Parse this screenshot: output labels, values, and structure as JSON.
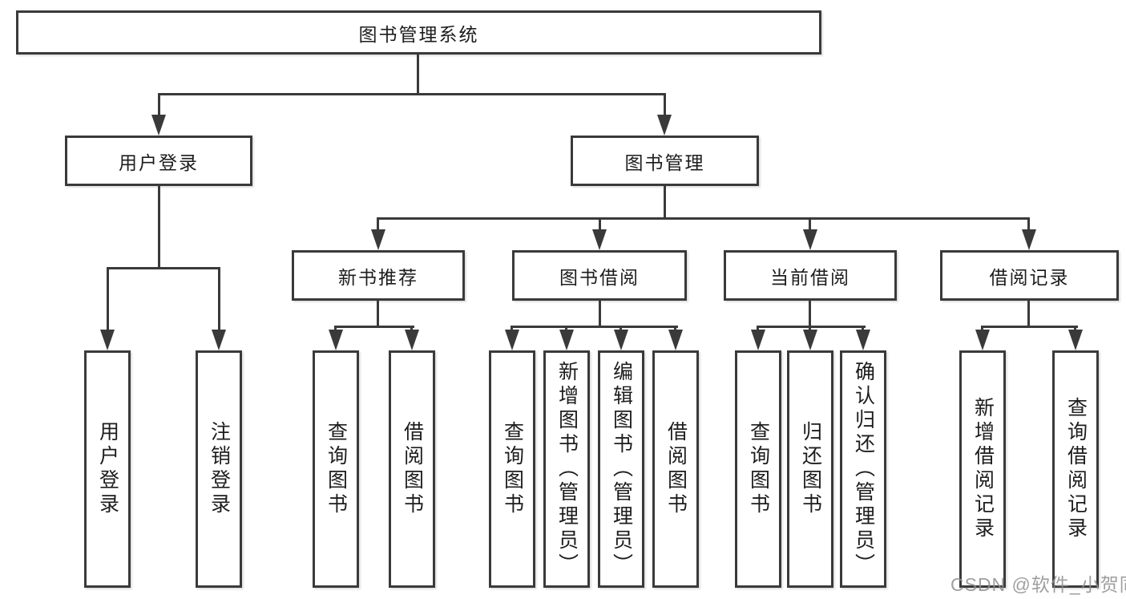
{
  "diagram": {
    "root": {
      "label": "图书管理系统"
    },
    "login": {
      "label": "用户登录",
      "children": [
        {
          "label": "用户登录"
        },
        {
          "label": "注销登录"
        }
      ]
    },
    "management": {
      "label": "图书管理",
      "sections": [
        {
          "label": "新书推荐",
          "children": [
            {
              "label": "查询图书"
            },
            {
              "label": "借阅图书"
            }
          ]
        },
        {
          "label": "图书借阅",
          "children": [
            {
              "label": "查询图书"
            },
            {
              "label": "新增图书（管理员）"
            },
            {
              "label": "编辑图书（管理员）"
            },
            {
              "label": "借阅图书"
            }
          ]
        },
        {
          "label": "当前借阅",
          "children": [
            {
              "label": "查询图书"
            },
            {
              "label": "归还图书"
            },
            {
              "label": "确认归还（管理员）"
            }
          ]
        },
        {
          "label": "借阅记录",
          "children": [
            {
              "label": "新增借阅记录"
            },
            {
              "label": "查询借阅记录"
            }
          ]
        }
      ]
    },
    "watermark": "CSDN @软件_小贺同学"
  },
  "colors": {
    "line": "#3a3a3a",
    "text": "#1d1d1d",
    "background": "#ffffff",
    "watermark": "#8f8f8f"
  }
}
